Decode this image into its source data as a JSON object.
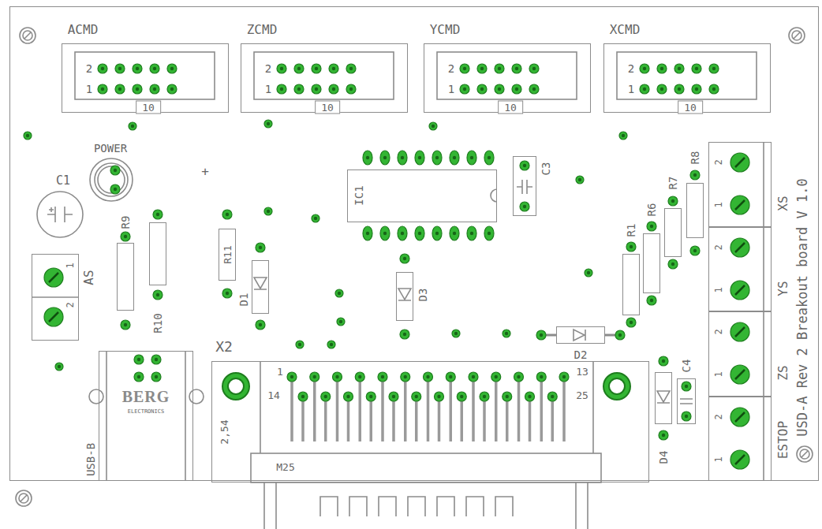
{
  "diagram": {
    "nodes": [
      {
        "text": [
          "USD-A Rev 2 Breakout board V 1.0"
        ]
      },
      {
        "text": [
          "ACMD",
          "2",
          "1",
          "10"
        ],
        "in": 0
      },
      {
        "text": [
          "ZCMD",
          "2",
          "1",
          "10"
        ],
        "in": 0
      },
      {
        "text": [
          "YCMD",
          "2",
          "1",
          "10"
        ],
        "in": 0
      },
      {
        "text": [
          "XCMD",
          "2",
          "1",
          "10"
        ],
        "in": 0
      },
      {
        "text": [
          "POWER"
        ],
        "in": 0
      },
      {
        "text": [
          "C1"
        ],
        "in": 0
      },
      {
        "text": [
          "IC1"
        ],
        "in": 0
      },
      {
        "text": [
          "C3"
        ],
        "in": 0
      },
      {
        "text": [
          "R8"
        ],
        "in": 0
      },
      {
        "text": [
          "R7"
        ],
        "in": 0
      },
      {
        "text": [
          "R6"
        ],
        "in": 0
      },
      {
        "text": [
          "R1"
        ],
        "in": 0
      },
      {
        "text": [
          "R9"
        ],
        "in": 0
      },
      {
        "text": [
          "R10"
        ],
        "in": 0
      },
      {
        "text": [
          "R11"
        ],
        "in": 0
      },
      {
        "text": [
          "D1"
        ],
        "in": 0
      },
      {
        "text": [
          "D3"
        ],
        "in": 0
      },
      {
        "text": [
          "AS",
          "1",
          "2"
        ],
        "in": 0
      },
      {
        "text": [
          "D2"
        ],
        "in": 0
      },
      {
        "text": [
          "C4"
        ],
        "in": 0
      },
      {
        "text": [
          "D4"
        ],
        "in": 0
      },
      {
        "text": [
          "USB-B",
          "BERG",
          "ELECTRONICS"
        ],
        "in": 0
      },
      {
        "text": [
          "X2",
          "1",
          "13",
          "14",
          "25",
          "2,54",
          "M25"
        ],
        "in": 0
      },
      {
        "text": [
          "XS",
          "2",
          "1"
        ],
        "in": 0
      },
      {
        "text": [
          "YS",
          "2",
          "1"
        ],
        "in": 0
      },
      {
        "text": [
          "ZS",
          "2",
          "1"
        ],
        "in": 0
      },
      {
        "text": [
          "ESTOP",
          "2",
          "1"
        ],
        "in": 0
      }
    ],
    "labels": [
      "+"
    ]
  }
}
